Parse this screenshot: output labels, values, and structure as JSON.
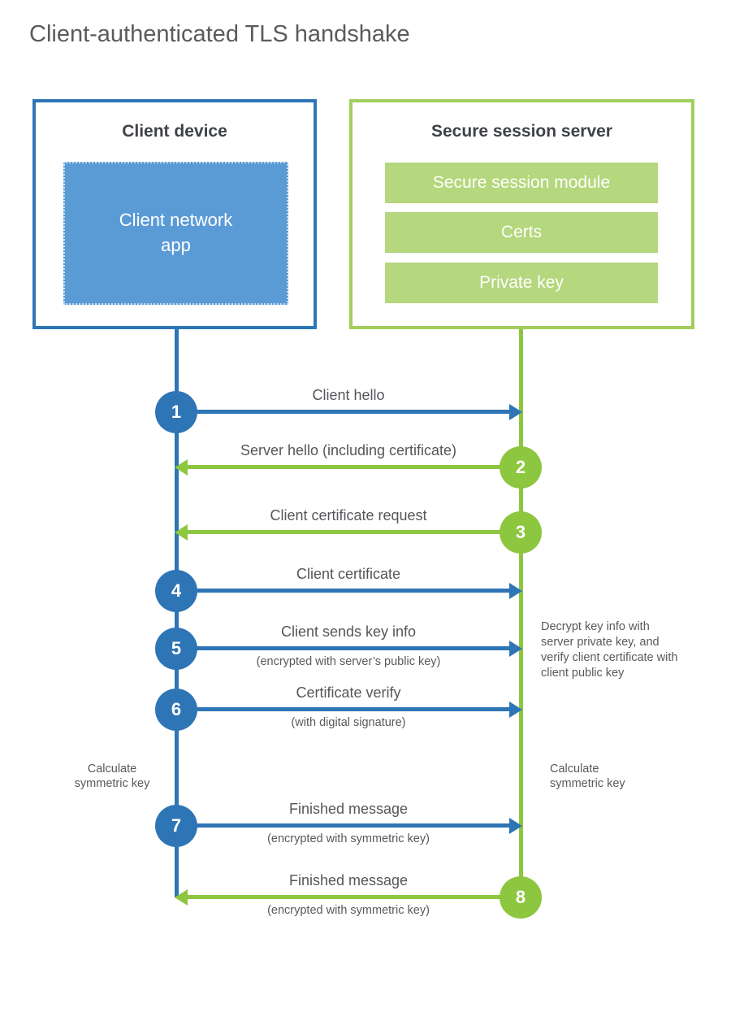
{
  "title": "Client-authenticated TLS handshake",
  "client": {
    "title": "Client device",
    "app": "Client network app"
  },
  "server": {
    "title": "Secure session server",
    "modules": [
      "Secure session module",
      "Certs",
      "Private key"
    ]
  },
  "messages": [
    {
      "num": "1",
      "label": "Client hello",
      "direction": "client-to-server"
    },
    {
      "num": "2",
      "label": "Server hello (including certificate)",
      "direction": "server-to-client"
    },
    {
      "num": "3",
      "label": "Client certificate request",
      "direction": "server-to-client"
    },
    {
      "num": "4",
      "label": "Client certificate",
      "direction": "client-to-server"
    },
    {
      "num": "5",
      "label": "Client sends key info",
      "sub": "(encrypted with server’s public key)",
      "direction": "client-to-server"
    },
    {
      "num": "6",
      "label": "Certificate verify",
      "sub": "(with digital signature)",
      "direction": "client-to-server"
    },
    {
      "num": "7",
      "label": "Finished message",
      "sub": "(encrypted with symmetric key)",
      "direction": "client-to-server"
    },
    {
      "num": "8",
      "label": "Finished message",
      "sub": "(encrypted with symmetric key)",
      "direction": "server-to-client"
    }
  ],
  "notes": {
    "decrypt": "Decrypt key info with server private key, and verify client certificate with client public key",
    "calc_left": "Calculate symmetric key",
    "calc_right": "Calculate symmetric key"
  },
  "colors": {
    "blue": "#2e75b6",
    "blue_fill": "#5b9bd5",
    "green": "#8dc63f",
    "green_border": "#a2ce5e",
    "green_fill": "#b5d77d"
  }
}
